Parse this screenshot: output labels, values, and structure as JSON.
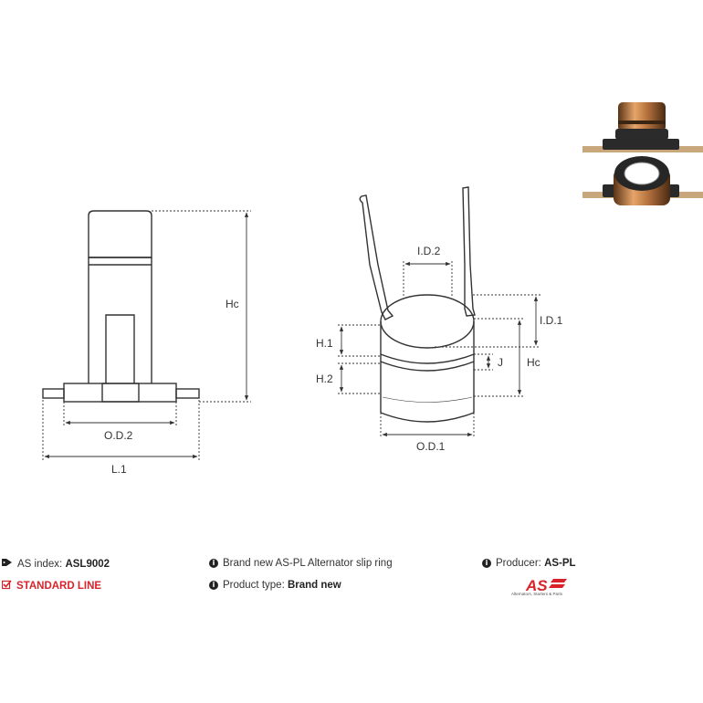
{
  "labels": {
    "hc_left": "Hc",
    "od2": "O.D.2",
    "l1": "L.1",
    "id2": "I.D.2",
    "id1": "I.D.1",
    "h1": "H.1",
    "h2": "H.2",
    "j": "J",
    "hc_right": "Hc",
    "od1": "O.D.1"
  },
  "info": {
    "as_index_label": "AS index:",
    "as_index_value": "ASL9002",
    "standard_line": "STANDARD LINE",
    "description": "Brand new AS-PL Alternator slip ring",
    "product_type_label": "Product type:",
    "product_type_value": "Brand new",
    "producer_label": "Producer:",
    "producer_value": "AS-PL"
  },
  "logo": {
    "mark": "AS",
    "tagline": "Alternators, Starters & Parts"
  },
  "colors": {
    "line": "#333333",
    "accent_red": "#d8232a",
    "copper": "#b8743f"
  },
  "icons": {
    "tag": "tag-icon",
    "check": "check-icon",
    "info": "info-circle-icon"
  }
}
